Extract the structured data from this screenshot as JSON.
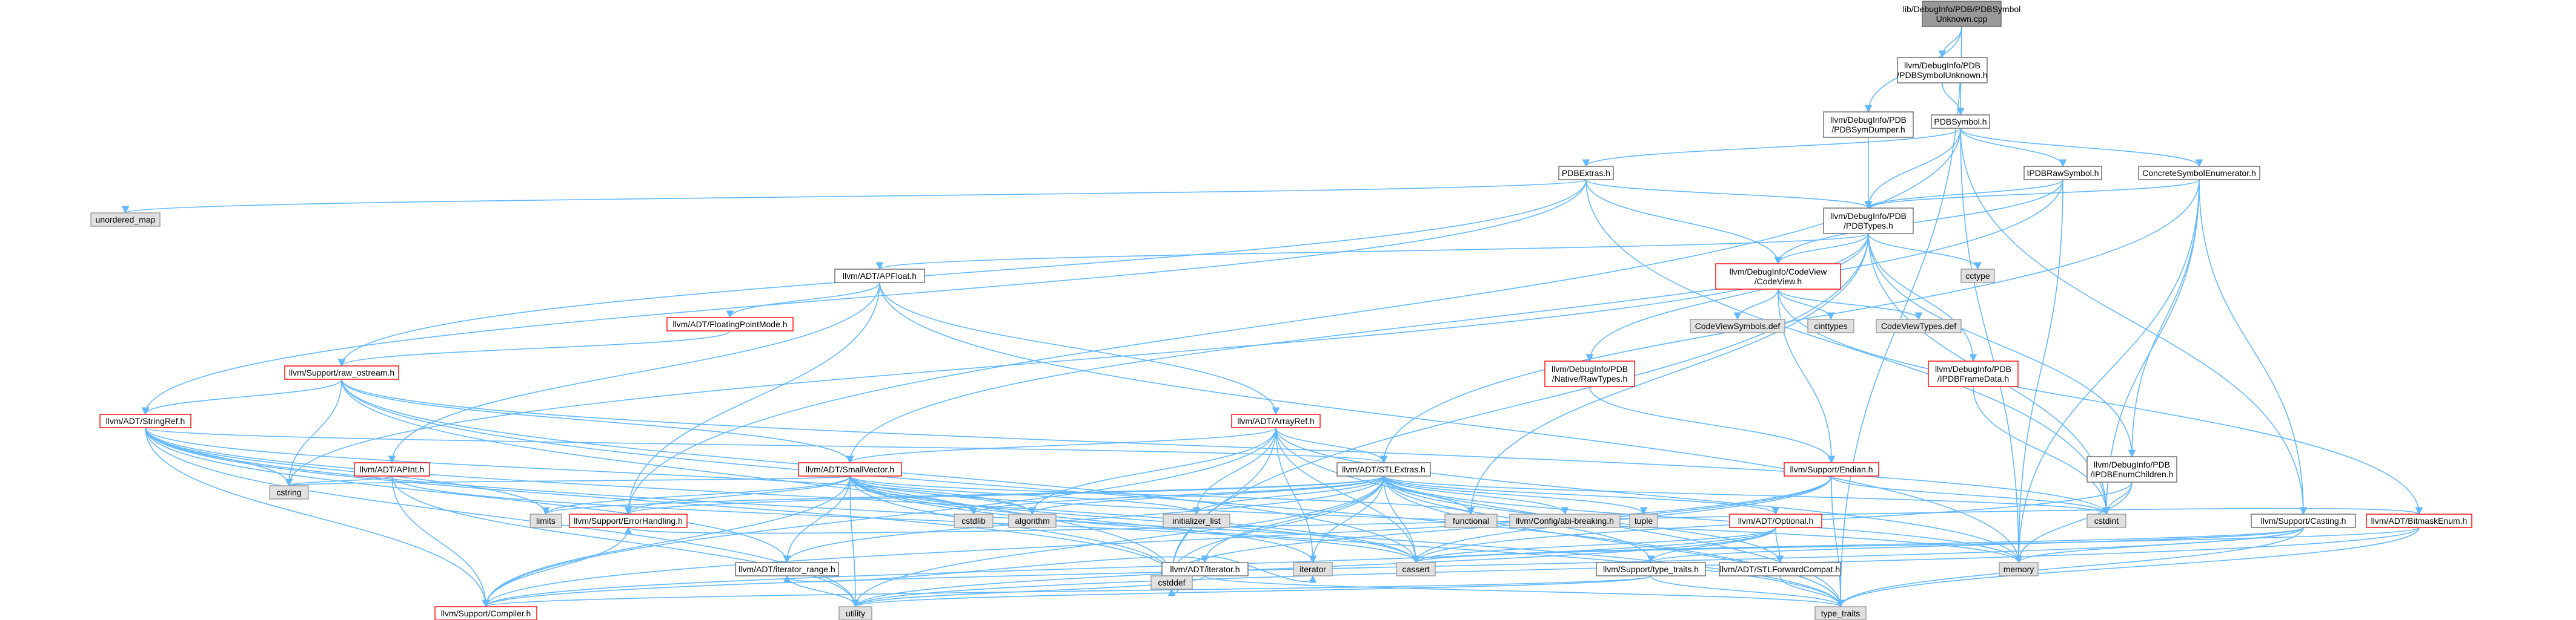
{
  "colors": {
    "edge": "#63b8ff",
    "root_fill": "#999999",
    "plain_border": "#666666",
    "red_border": "#ff0000",
    "gray_fill": "#e0e0e0"
  },
  "nodes": [
    {
      "id": "root",
      "lines": [
        "lib/DebugInfo/PDB/PDBSymbol",
        "Unknown.cpp"
      ],
      "style": "root"
    },
    {
      "id": "pdbsymunk",
      "lines": [
        "llvm/DebugInfo/PDB",
        "/PDBSymbolUnknown.h"
      ],
      "style": "plain"
    },
    {
      "id": "pdbsymdumper",
      "lines": [
        "llvm/DebugInfo/PDB",
        "/PDBSymDumper.h"
      ],
      "style": "plain"
    },
    {
      "id": "pdbsymbol",
      "lines": [
        "PDBSymbol.h"
      ],
      "style": "plain"
    },
    {
      "id": "pdbextras",
      "lines": [
        "PDBExtras.h"
      ],
      "style": "plain"
    },
    {
      "id": "ipdbraw",
      "lines": [
        "IPDBRawSymbol.h"
      ],
      "style": "plain"
    },
    {
      "id": "concrete",
      "lines": [
        "ConcreteSymbolEnumerator.h"
      ],
      "style": "plain"
    },
    {
      "id": "unordered_map",
      "lines": [
        "unordered_map"
      ],
      "style": "gray"
    },
    {
      "id": "pdbtypes",
      "lines": [
        "llvm/DebugInfo/PDB",
        "/PDBTypes.h"
      ],
      "style": "plain"
    },
    {
      "id": "apfloat",
      "lines": [
        "llvm/ADT/APFloat.h"
      ],
      "style": "plain"
    },
    {
      "id": "codeview",
      "lines": [
        "llvm/DebugInfo/CodeView",
        "/CodeView.h"
      ],
      "style": "red"
    },
    {
      "id": "cctype",
      "lines": [
        "cctype"
      ],
      "style": "gray"
    },
    {
      "id": "fpmode",
      "lines": [
        "llvm/ADT/FloatingPointMode.h"
      ],
      "style": "red"
    },
    {
      "id": "cvsymbols",
      "lines": [
        "CodeViewSymbols.def"
      ],
      "style": "gray"
    },
    {
      "id": "cinttypes",
      "lines": [
        "cinttypes"
      ],
      "style": "gray"
    },
    {
      "id": "cvtypes",
      "lines": [
        "CodeViewTypes.def"
      ],
      "style": "gray"
    },
    {
      "id": "rawostream",
      "lines": [
        "llvm/Support/raw_ostream.h"
      ],
      "style": "red"
    },
    {
      "id": "nativeraw",
      "lines": [
        "llvm/DebugInfo/PDB",
        "/Native/RawTypes.h"
      ],
      "style": "red"
    },
    {
      "id": "ipdbframe",
      "lines": [
        "llvm/DebugInfo/PDB",
        "/IPDBFrameData.h"
      ],
      "style": "red"
    },
    {
      "id": "stringref",
      "lines": [
        "llvm/ADT/StringRef.h"
      ],
      "style": "red"
    },
    {
      "id": "arrayref",
      "lines": [
        "llvm/ADT/ArrayRef.h"
      ],
      "style": "red"
    },
    {
      "id": "endian",
      "lines": [
        "llvm/Support/Endian.h"
      ],
      "style": "red"
    },
    {
      "id": "apint",
      "lines": [
        "llvm/ADT/APInt.h"
      ],
      "style": "red"
    },
    {
      "id": "smallvector",
      "lines": [
        "llvm/ADT/SmallVector.h"
      ],
      "style": "red"
    },
    {
      "id": "stlextras",
      "lines": [
        "llvm/ADT/STLExtras.h"
      ],
      "style": "plain"
    },
    {
      "id": "ipdbenum",
      "lines": [
        "llvm/DebugInfo/PDB",
        "/IPDBEnumChildren.h"
      ],
      "style": "plain"
    },
    {
      "id": "cstring",
      "lines": [
        "cstring"
      ],
      "style": "gray"
    },
    {
      "id": "limits",
      "lines": [
        "limits"
      ],
      "style": "gray"
    },
    {
      "id": "errorhandling",
      "lines": [
        "llvm/Support/ErrorHandling.h"
      ],
      "style": "red"
    },
    {
      "id": "cstdlib",
      "lines": [
        "cstdlib"
      ],
      "style": "gray"
    },
    {
      "id": "algorithm",
      "lines": [
        "algorithm"
      ],
      "style": "gray"
    },
    {
      "id": "initlist",
      "lines": [
        "initializer_list"
      ],
      "style": "gray"
    },
    {
      "id": "functional",
      "lines": [
        "functional"
      ],
      "style": "gray"
    },
    {
      "id": "abibreaking",
      "lines": [
        "llvm/Config/abi-breaking.h"
      ],
      "style": "gray"
    },
    {
      "id": "tuple",
      "lines": [
        "tuple"
      ],
      "style": "gray"
    },
    {
      "id": "optional",
      "lines": [
        "llvm/ADT/Optional.h"
      ],
      "style": "red"
    },
    {
      "id": "cstdint",
      "lines": [
        "cstdint"
      ],
      "style": "gray"
    },
    {
      "id": "casting",
      "lines": [
        "llvm/Support/Casting.h"
      ],
      "style": "plain"
    },
    {
      "id": "bitmask",
      "lines": [
        "llvm/ADT/BitmaskEnum.h"
      ],
      "style": "red"
    },
    {
      "id": "iterator_h",
      "lines": [
        "llvm/ADT/iterator.h"
      ],
      "style": "plain"
    },
    {
      "id": "iterrange",
      "lines": [
        "llvm/ADT/iterator_range.h"
      ],
      "style": "plain"
    },
    {
      "id": "cstddef",
      "lines": [
        "cstddef"
      ],
      "style": "gray"
    },
    {
      "id": "iterator",
      "lines": [
        "iterator"
      ],
      "style": "gray"
    },
    {
      "id": "cassert",
      "lines": [
        "cassert"
      ],
      "style": "gray"
    },
    {
      "id": "typetraits_h",
      "lines": [
        "llvm/Support/type_traits.h"
      ],
      "style": "plain"
    },
    {
      "id": "stlfwd",
      "lines": [
        "llvm/ADT/STLForwardCompat.h"
      ],
      "style": "plain"
    },
    {
      "id": "memory",
      "lines": [
        "memory"
      ],
      "style": "gray"
    },
    {
      "id": "compiler",
      "lines": [
        "llvm/Support/Compiler.h"
      ],
      "style": "red"
    },
    {
      "id": "utility",
      "lines": [
        "utility"
      ],
      "style": "gray"
    },
    {
      "id": "type_traits",
      "lines": [
        "type_traits"
      ],
      "style": "gray"
    }
  ],
  "edges": [
    [
      "root",
      "pdbsymunk"
    ],
    [
      "root",
      "pdbsymdumper"
    ],
    [
      "root",
      "pdbsymbol"
    ],
    [
      "root",
      "type_traits"
    ],
    [
      "pdbsymunk",
      "pdbsymbol"
    ],
    [
      "pdbsymdumper",
      "pdbtypes"
    ],
    [
      "pdbsymbol",
      "pdbextras"
    ],
    [
      "pdbsymbol",
      "ipdbraw"
    ],
    [
      "pdbsymbol",
      "concrete"
    ],
    [
      "pdbsymbol",
      "pdbtypes"
    ],
    [
      "pdbsymbol",
      "casting"
    ],
    [
      "pdbsymbol",
      "errorhandling"
    ],
    [
      "pdbsymbol",
      "memory"
    ],
    [
      "pdbextras",
      "unordered_map"
    ],
    [
      "pdbextras",
      "pdbtypes"
    ],
    [
      "pdbextras",
      "codeview"
    ],
    [
      "pdbextras",
      "stringref"
    ],
    [
      "pdbextras",
      "rawostream"
    ],
    [
      "pdbextras",
      "cstdint"
    ],
    [
      "ipdbraw",
      "pdbtypes"
    ],
    [
      "ipdbraw",
      "codeview"
    ],
    [
      "ipdbraw",
      "smallvector"
    ],
    [
      "ipdbraw",
      "memory"
    ],
    [
      "concrete",
      "pdbtypes"
    ],
    [
      "concrete",
      "ipdbenum"
    ],
    [
      "concrete",
      "casting"
    ],
    [
      "concrete",
      "cstdint"
    ],
    [
      "concrete",
      "memory"
    ],
    [
      "concrete",
      "stlextras"
    ],
    [
      "pdbtypes",
      "apfloat"
    ],
    [
      "pdbtypes",
      "codeview"
    ],
    [
      "pdbtypes",
      "cctype"
    ],
    [
      "pdbtypes",
      "nativeraw"
    ],
    [
      "pdbtypes",
      "ipdbframe"
    ],
    [
      "pdbtypes",
      "ipdbenum"
    ],
    [
      "pdbtypes",
      "cstring"
    ],
    [
      "pdbtypes",
      "functional"
    ],
    [
      "pdbtypes",
      "cstddef"
    ],
    [
      "pdbtypes",
      "cstdint"
    ],
    [
      "apfloat",
      "fpmode"
    ],
    [
      "apfloat",
      "apint"
    ],
    [
      "apfloat",
      "arrayref"
    ],
    [
      "apfloat",
      "errorhandling"
    ],
    [
      "apfloat",
      "memory"
    ],
    [
      "fpmode",
      "rawostream"
    ],
    [
      "codeview",
      "cvsymbols"
    ],
    [
      "codeview",
      "cinttypes"
    ],
    [
      "codeview",
      "cvtypes"
    ],
    [
      "codeview",
      "bitmask"
    ],
    [
      "codeview",
      "endian"
    ],
    [
      "rawostream",
      "stringref"
    ],
    [
      "rawostream",
      "smallvector"
    ],
    [
      "rawostream",
      "cstring"
    ],
    [
      "rawostream",
      "cassert"
    ],
    [
      "rawostream",
      "cstddef"
    ],
    [
      "rawostream",
      "cstdint"
    ],
    [
      "rawostream",
      "type_traits"
    ],
    [
      "nativeraw",
      "endian"
    ],
    [
      "ipdbframe",
      "cstdint"
    ],
    [
      "stringref",
      "stlextras"
    ],
    [
      "stringref",
      "compiler"
    ],
    [
      "stringref",
      "iterrange"
    ],
    [
      "stringref",
      "algorithm"
    ],
    [
      "stringref",
      "cassert"
    ],
    [
      "stringref",
      "cstddef"
    ],
    [
      "stringref",
      "cstring"
    ],
    [
      "stringref",
      "limits"
    ],
    [
      "stringref",
      "type_traits"
    ],
    [
      "stringref",
      "utility"
    ],
    [
      "arrayref",
      "stlextras"
    ],
    [
      "arrayref",
      "smallvector"
    ],
    [
      "arrayref",
      "compiler"
    ],
    [
      "arrayref",
      "algorithm"
    ],
    [
      "arrayref",
      "cassert"
    ],
    [
      "arrayref",
      "cstddef"
    ],
    [
      "arrayref",
      "initlist"
    ],
    [
      "arrayref",
      "iterator"
    ],
    [
      "arrayref",
      "memory"
    ],
    [
      "arrayref",
      "type_traits"
    ],
    [
      "endian",
      "compiler"
    ],
    [
      "endian",
      "cassert"
    ],
    [
      "endian",
      "cstddef"
    ],
    [
      "endian",
      "cstdint"
    ],
    [
      "endian",
      "type_traits"
    ],
    [
      "apint",
      "compiler"
    ],
    [
      "apint",
      "cassert"
    ],
    [
      "apint",
      "cstring"
    ],
    [
      "apint",
      "utility"
    ],
    [
      "smallvector",
      "compiler"
    ],
    [
      "smallvector",
      "errorhandling"
    ],
    [
      "smallvector",
      "algorithm"
    ],
    [
      "smallvector",
      "cassert"
    ],
    [
      "smallvector",
      "cstddef"
    ],
    [
      "smallvector",
      "cstdlib"
    ],
    [
      "smallvector",
      "cstring"
    ],
    [
      "smallvector",
      "functional"
    ],
    [
      "smallvector",
      "initlist"
    ],
    [
      "smallvector",
      "iterator"
    ],
    [
      "smallvector",
      "limits"
    ],
    [
      "smallvector",
      "memory"
    ],
    [
      "smallvector",
      "type_traits"
    ],
    [
      "smallvector",
      "utility"
    ],
    [
      "smallvector",
      "iterrange"
    ],
    [
      "stlextras",
      "abibreaking"
    ],
    [
      "stlextras",
      "optional"
    ],
    [
      "stlextras",
      "stlfwd"
    ],
    [
      "stlextras",
      "iterator_h"
    ],
    [
      "stlextras",
      "iterrange"
    ],
    [
      "stlextras",
      "errorhandling"
    ],
    [
      "stlextras",
      "typetraits_h"
    ],
    [
      "stlextras",
      "algorithm"
    ],
    [
      "stlextras",
      "cassert"
    ],
    [
      "stlextras",
      "cstddef"
    ],
    [
      "stlextras",
      "cstdint"
    ],
    [
      "stlextras",
      "cstdlib"
    ],
    [
      "stlextras",
      "functional"
    ],
    [
      "stlextras",
      "initlist"
    ],
    [
      "stlextras",
      "iterator"
    ],
    [
      "stlextras",
      "limits"
    ],
    [
      "stlextras",
      "memory"
    ],
    [
      "stlextras",
      "tuple"
    ],
    [
      "stlextras",
      "type_traits"
    ],
    [
      "stlextras",
      "utility"
    ],
    [
      "ipdbenum",
      "cassert"
    ],
    [
      "ipdbenum",
      "cstdint"
    ],
    [
      "ipdbenum",
      "memory"
    ],
    [
      "optional",
      "stlfwd"
    ],
    [
      "optional",
      "compiler"
    ],
    [
      "optional",
      "typetraits_h"
    ],
    [
      "optional",
      "cassert"
    ],
    [
      "optional",
      "new"
    ],
    [
      "optional",
      "utility"
    ],
    [
      "casting",
      "compiler"
    ],
    [
      "casting",
      "typetraits_h"
    ],
    [
      "casting",
      "cassert"
    ],
    [
      "casting",
      "memory"
    ],
    [
      "casting",
      "type_traits"
    ],
    [
      "bitmask",
      "errorhandling"
    ],
    [
      "bitmask",
      "cassert"
    ],
    [
      "bitmask",
      "type_traits"
    ],
    [
      "bitmask",
      "utility"
    ],
    [
      "iterator_h",
      "iterrange"
    ],
    [
      "iterator_h",
      "cstddef"
    ],
    [
      "iterator_h",
      "iterator"
    ],
    [
      "iterator_h",
      "type_traits"
    ],
    [
      "iterator_h",
      "utility"
    ],
    [
      "iterrange",
      "utility"
    ],
    [
      "typetraits_h",
      "compiler"
    ],
    [
      "typetraits_h",
      "type_traits"
    ],
    [
      "typetraits_h",
      "utility"
    ],
    [
      "stlfwd",
      "type_traits"
    ],
    [
      "errorhandling",
      "compiler"
    ]
  ]
}
